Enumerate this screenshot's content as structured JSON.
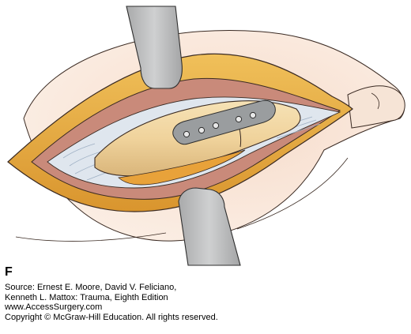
{
  "figure": {
    "panel_label": "F",
    "colors": {
      "skin": "#f7dccb",
      "fat": "#e8b24a",
      "bone": "#f2d9a6",
      "muscle": "#c98a7a",
      "retractor": "#b9babb",
      "plate": "#9a9d9f",
      "fascia": "#dfe6ee"
    }
  },
  "source": {
    "line1": "Source: Ernest E. Moore, David V. Feliciano,",
    "line2": "Kenneth L. Mattox: Trauma, Eighth Edition",
    "line3": "www.AccessSurgery.com",
    "line4": "Copyright © McGraw-Hill Education. All rights reserved."
  }
}
